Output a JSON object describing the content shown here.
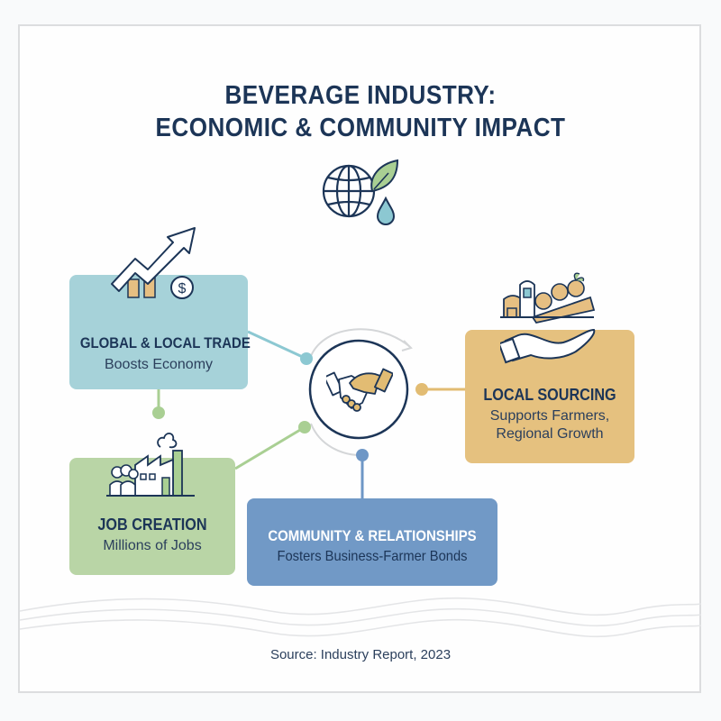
{
  "title": {
    "line1": "BEVERAGE INDUSTRY:",
    "line2": "ECONOMIC & COMMUNITY IMPACT"
  },
  "header_icon": "globe-leaf-water-drop-icon",
  "center": {
    "icon": "handshake-icon"
  },
  "nodes": [
    {
      "id": "trade",
      "title": "GLOBAL & LOCAL TRADE",
      "subtitle": "Boosts Economy",
      "icon": "trending-up-dollar-chart-icon",
      "color": "#a6d2d9",
      "connector_color": "#8cc8d2"
    },
    {
      "id": "jobs",
      "title": "JOB CREATION",
      "subtitle": "Millions of Jobs",
      "icon": "factory-workers-icon",
      "color": "#b9d5a6",
      "connector_color": "#a9cf93"
    },
    {
      "id": "local",
      "title": "LOCAL SOURCING",
      "subtitle_line1": "Supports Farmers,",
      "subtitle_line2": "Regional Growth",
      "icon": "farm-produce-hand-icon",
      "color": "#e5c17f",
      "connector_color": "#e2bc73"
    },
    {
      "id": "community",
      "title": "COMMUNITY & RELATIONSHIPS",
      "subtitle": "Fosters Business-Farmer Bonds",
      "color": "#7199c6",
      "connector_color": "#6e97c6"
    }
  ],
  "footer": {
    "source": "Source: Industry Report, 2023"
  },
  "colors": {
    "navy": "#1c3557",
    "frame_border": "#dcdddf",
    "wave": "#e4e5e7"
  }
}
